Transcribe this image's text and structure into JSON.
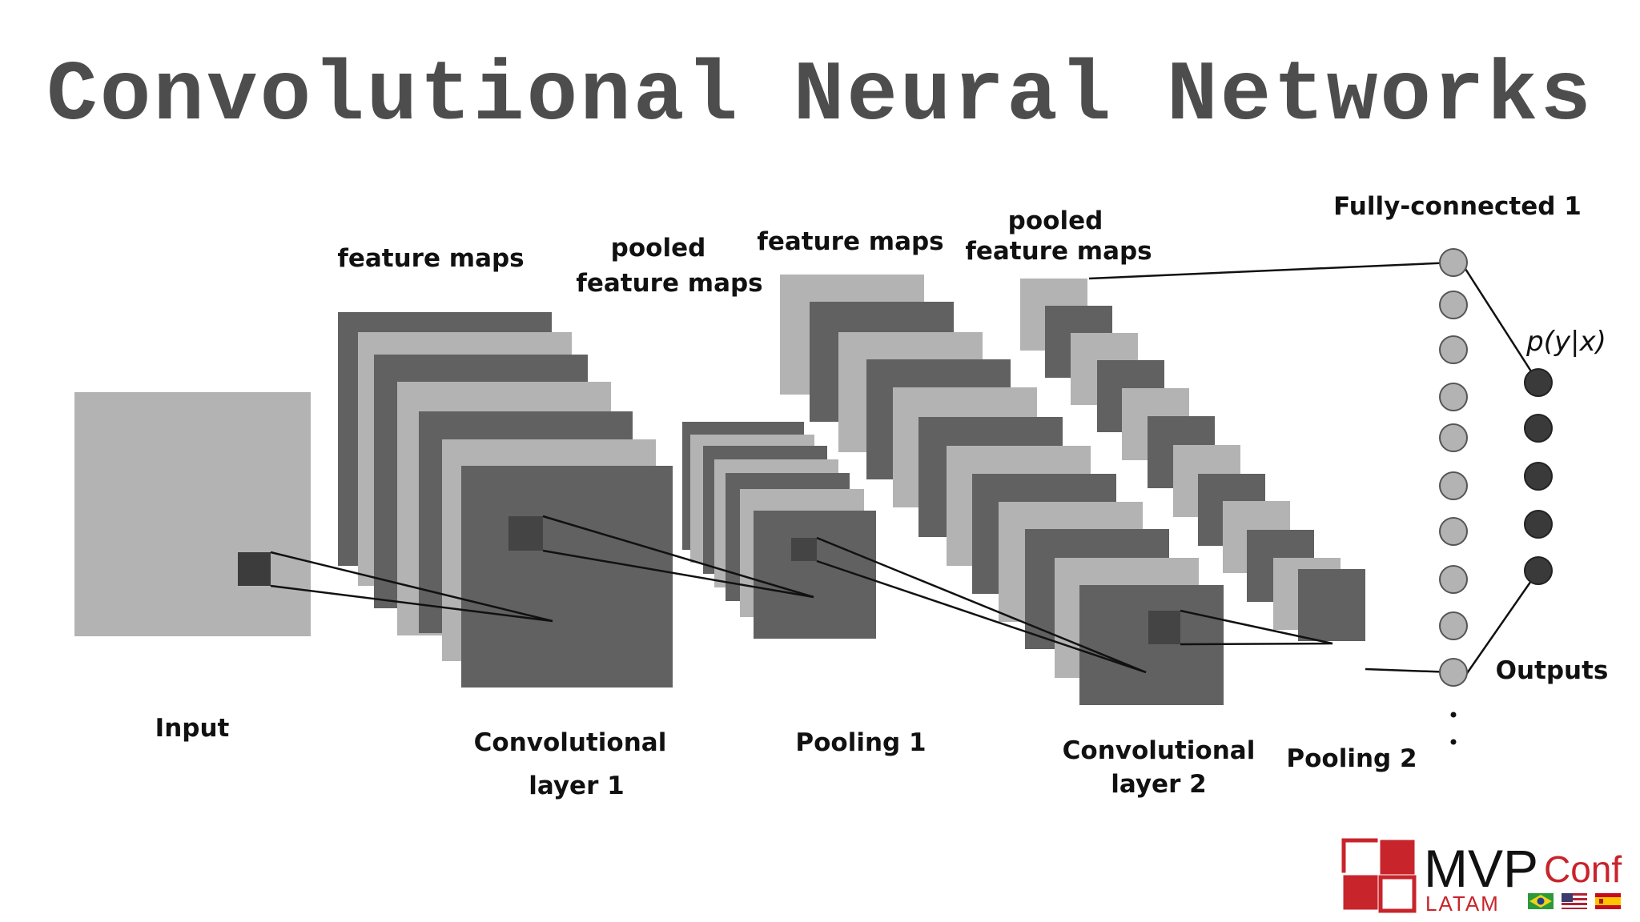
{
  "title": "Convolutional Neural Networks",
  "labels": {
    "input": "Input",
    "conv1_line1": "Convolutional",
    "conv1_line2": "layer 1",
    "pool1": "Pooling 1",
    "conv2_line1": "Convolutional",
    "conv2_line2": "layer 2",
    "pool2": "Pooling 2",
    "feature_maps_1": "feature maps",
    "pooled_1_line1": "pooled",
    "pooled_1_line2": "feature maps",
    "feature_maps_2": "feature maps",
    "pooled_2_line1": "pooled",
    "pooled_2_line2": "feature maps",
    "fully_connected": "Fully-connected 1",
    "probability": "p(y|x)",
    "outputs": "Outputs"
  },
  "logo": {
    "name": "MVP",
    "suffix": "Conf",
    "region": "LATAM",
    "flags": [
      "brazil-flag-icon",
      "usa-flag-icon",
      "spain-flag-icon"
    ]
  },
  "colors": {
    "light_gray": "#b3b3b3",
    "dark_gray": "#616161",
    "patch": "#3c3c3c",
    "neuron_light": "#b3b3b3",
    "neuron_dark": "#3a3a3a",
    "brand_red": "#c8242b"
  }
}
